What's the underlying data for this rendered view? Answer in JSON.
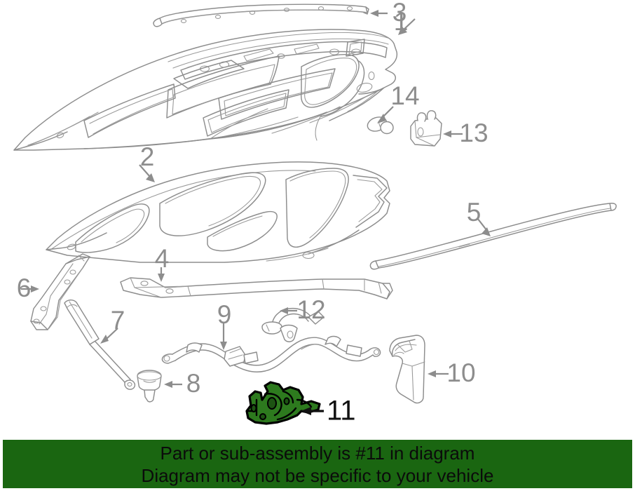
{
  "diagram": {
    "title": "Hood and related components exploded parts diagram",
    "background_color": "#ffffff",
    "line_color": "#8d8d8d",
    "callout_color": "#8d8d8d",
    "highlight_color": "#2d7a1e",
    "highlight_outline_color": "#000000",
    "highlighted_part_number": "11",
    "callouts": [
      {
        "number": "1",
        "part": "hood-outer-panel"
      },
      {
        "number": "2",
        "part": "hood-inner-panel"
      },
      {
        "number": "3",
        "part": "hood-weatherstrip-seal"
      },
      {
        "number": "4",
        "part": "hood-support-bar"
      },
      {
        "number": "5",
        "part": "hood-molding-strip"
      },
      {
        "number": "6",
        "part": "hood-hinge"
      },
      {
        "number": "7",
        "part": "hood-lift-support-strut"
      },
      {
        "number": "8",
        "part": "hood-bumper-stop"
      },
      {
        "number": "9",
        "part": "hood-release-cable"
      },
      {
        "number": "10",
        "part": "hood-release-handle"
      },
      {
        "number": "11",
        "part": "hood-latch"
      },
      {
        "number": "12",
        "part": "cable-end-connector"
      },
      {
        "number": "13",
        "part": "hood-ajar-switch-bracket"
      },
      {
        "number": "14",
        "part": "hood-grommet-plug"
      }
    ]
  },
  "banner": {
    "background_color": "#1a6611",
    "text_color": "#0b0b0b",
    "line1": "Part or sub-assembly is #11 in diagram",
    "line2": "Diagram may not be specific to your vehicle"
  }
}
